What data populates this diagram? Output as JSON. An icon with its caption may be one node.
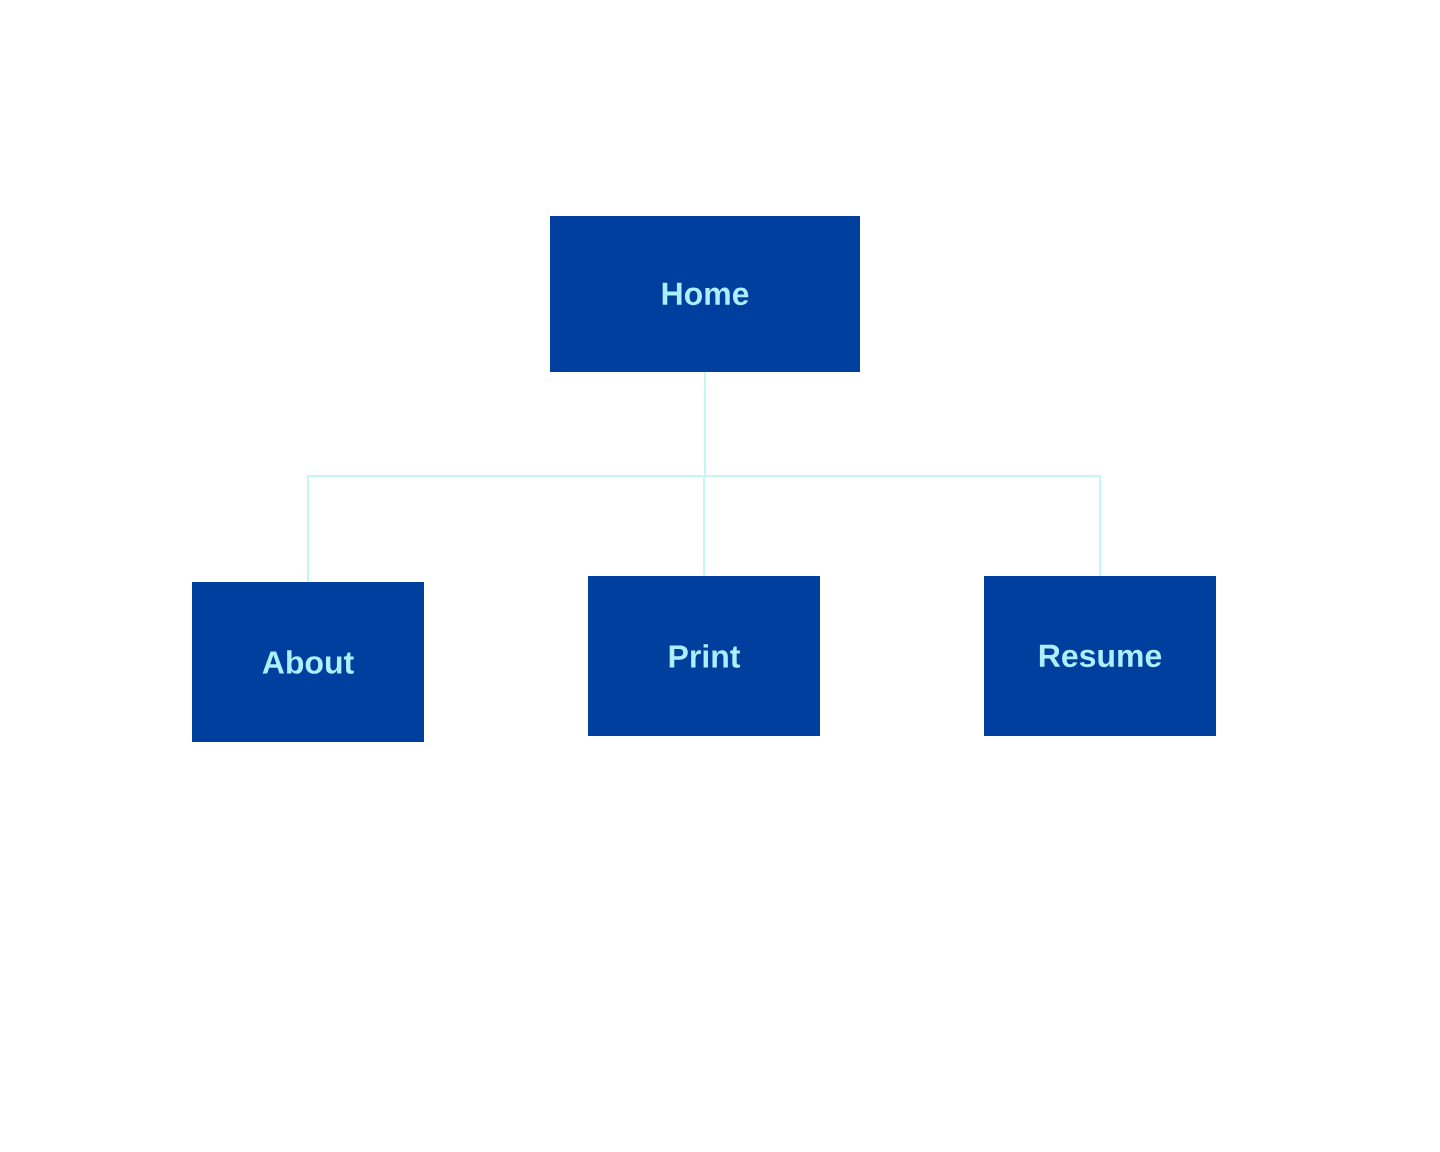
{
  "diagram": {
    "nodes": [
      {
        "text": [
          "Home"
        ]
      },
      {
        "text": [
          "About"
        ]
      },
      {
        "text": [
          "Print"
        ]
      },
      {
        "text": [
          "Resume"
        ]
      }
    ],
    "edges": [
      {
        "from": 0,
        "to": 1,
        "arrow": "none"
      },
      {
        "from": 0,
        "to": 2,
        "arrow": "none"
      },
      {
        "from": 0,
        "to": 3,
        "arrow": "none"
      }
    ]
  }
}
